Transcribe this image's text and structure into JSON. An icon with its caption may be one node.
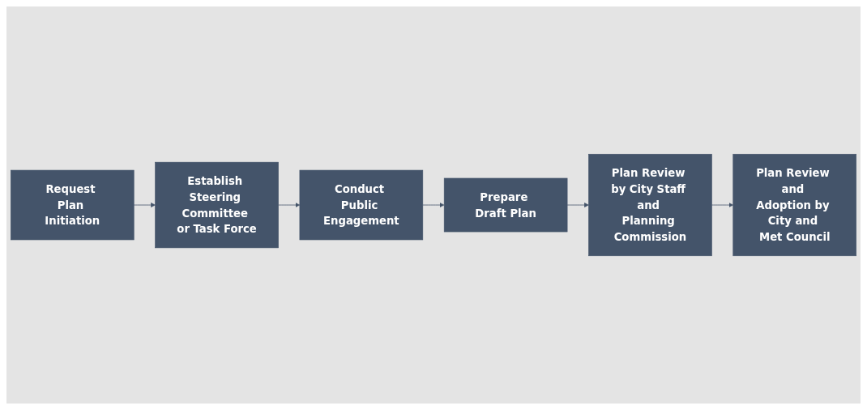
{
  "diagram": {
    "nodes": [
      {
        "text": [
          "Request Plan Initiation"
        ]
      },
      {
        "text": [
          "Establish Steering Committee or Task Force"
        ]
      },
      {
        "text": [
          "Conduct Public Engagement"
        ]
      },
      {
        "text": [
          "Prepare Draft Plan"
        ]
      },
      {
        "text": [
          "Plan Review by City Staff and Planning Commission"
        ]
      },
      {
        "text": [
          "Plan Review and Adoption by City and Met Council"
        ]
      }
    ],
    "edges": [
      {
        "from": 0,
        "to": 1,
        "arrow": "to"
      },
      {
        "from": 1,
        "to": 2,
        "arrow": "to"
      },
      {
        "from": 2,
        "to": 3,
        "arrow": "to"
      },
      {
        "from": 3,
        "to": 4,
        "arrow": "to"
      },
      {
        "from": 4,
        "to": 5,
        "arrow": "to"
      }
    ]
  }
}
